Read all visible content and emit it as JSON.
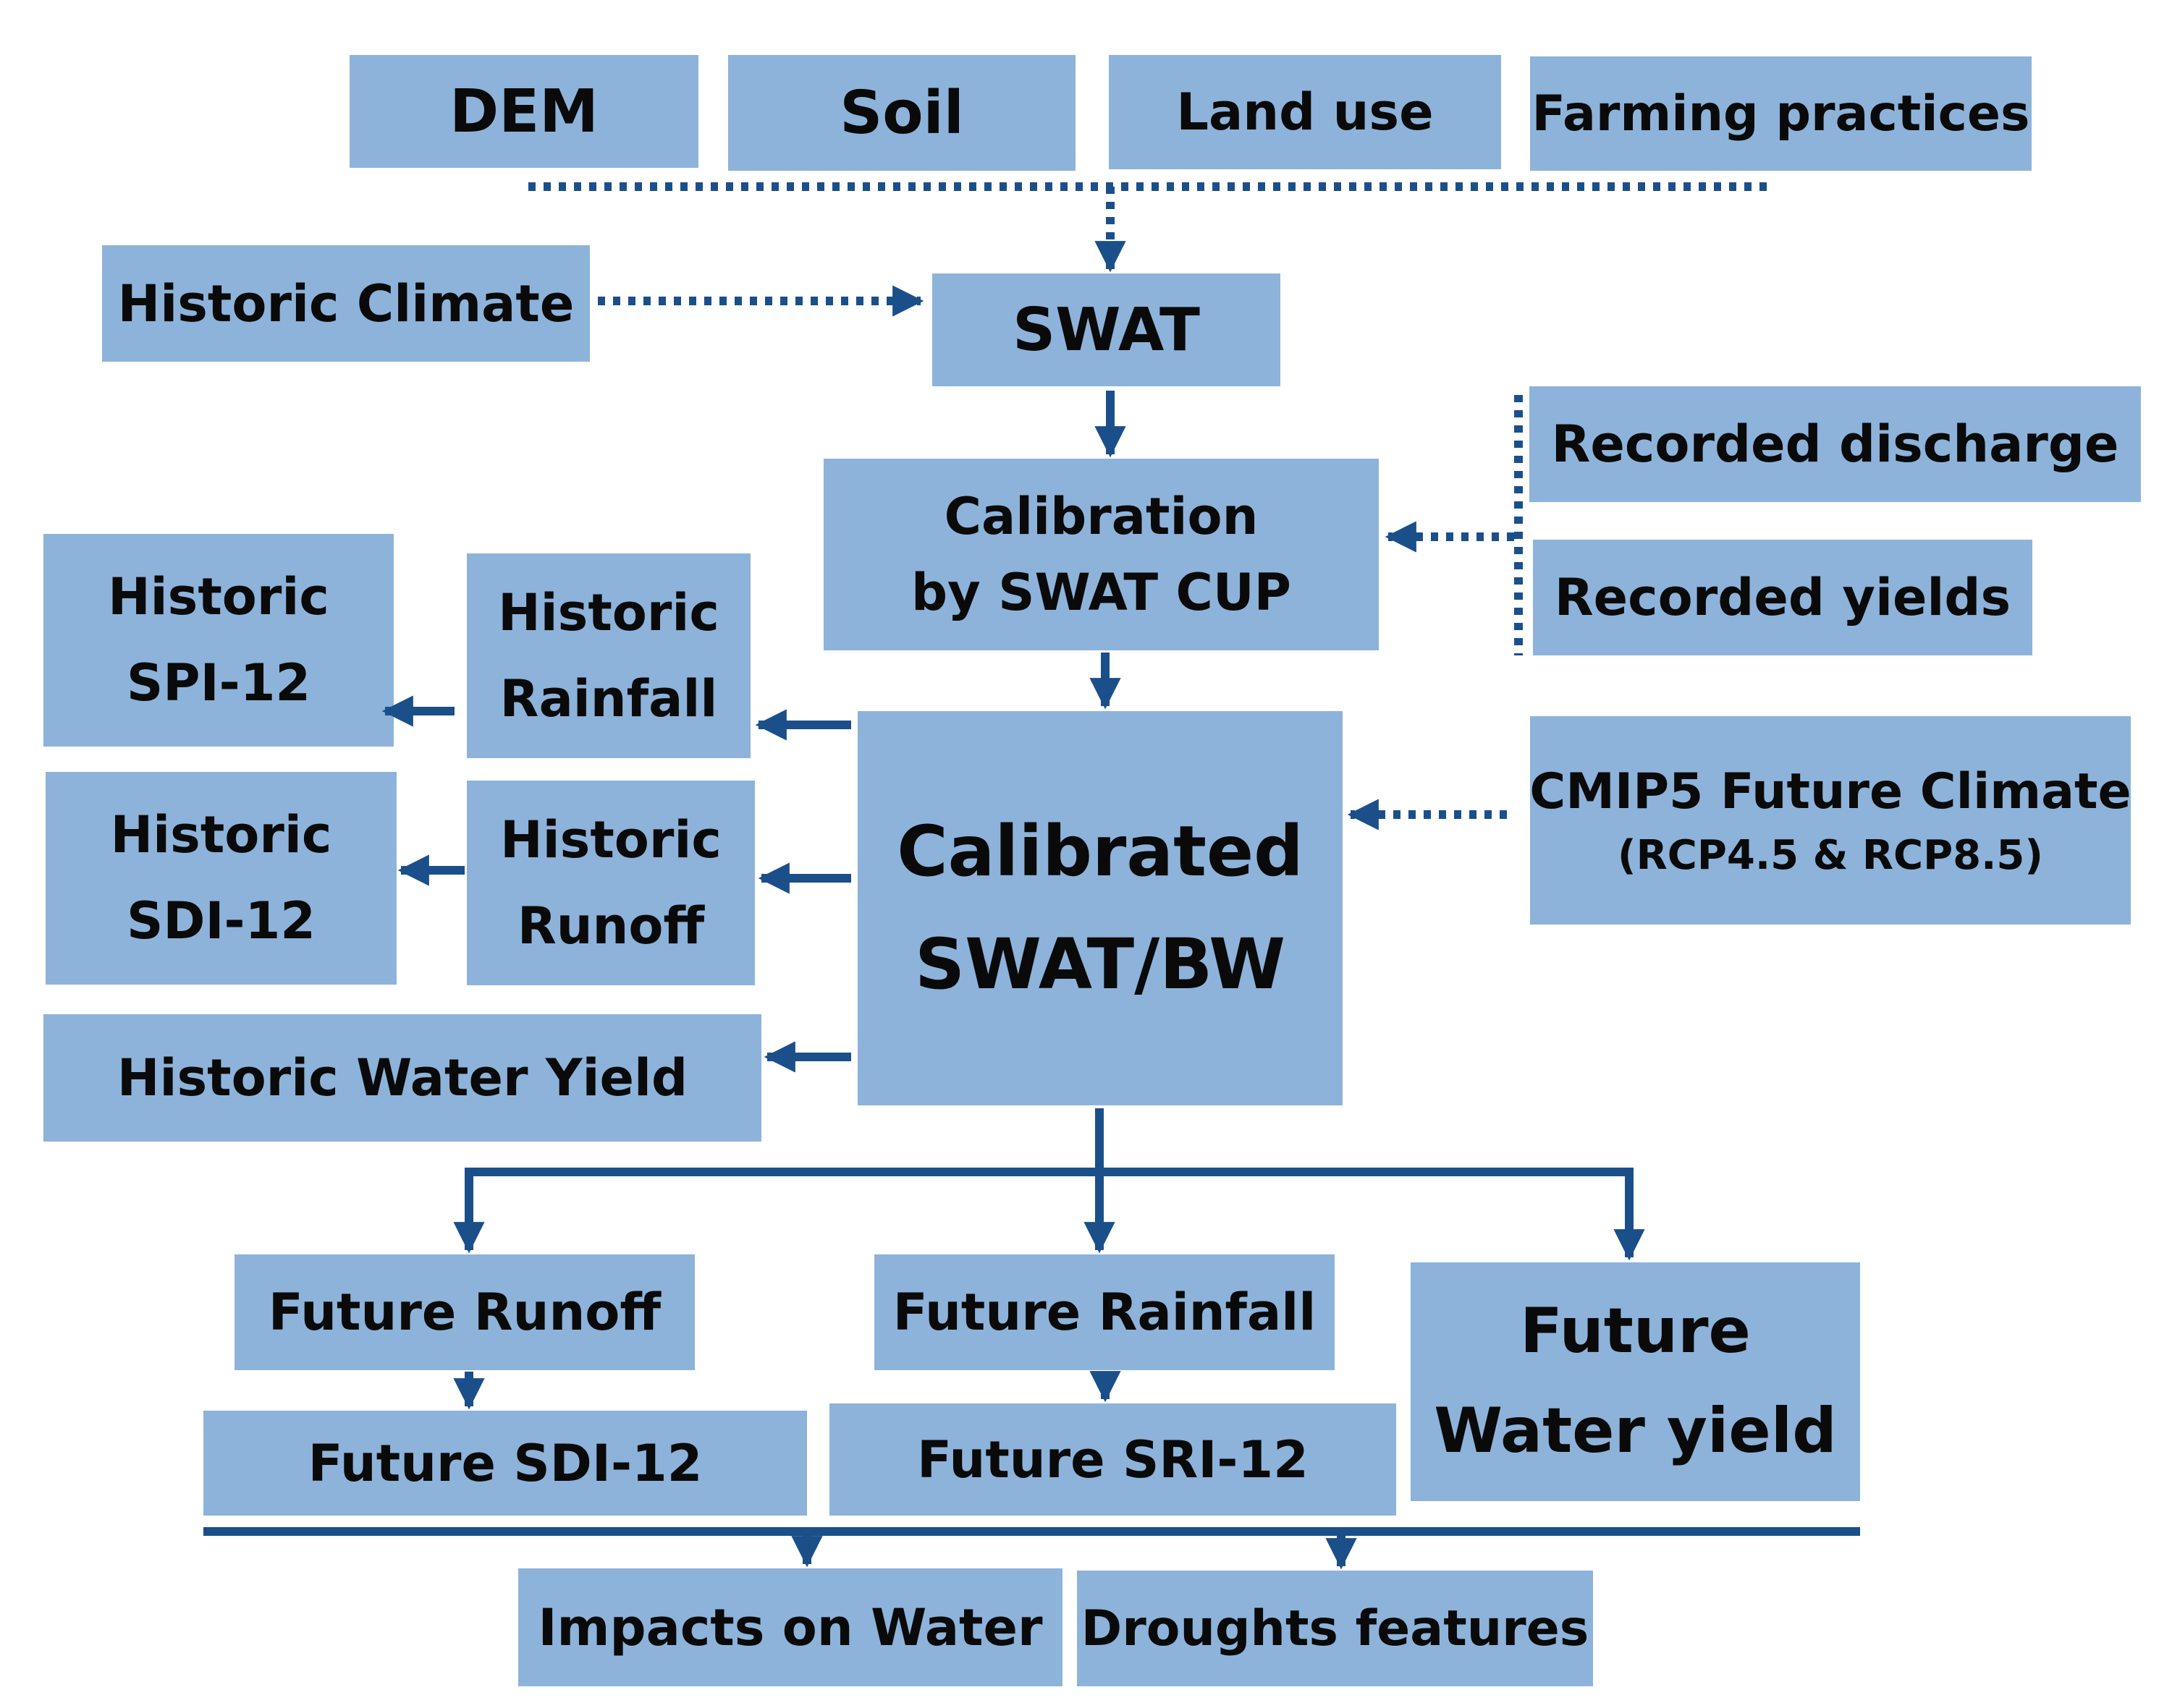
{
  "inputs": {
    "dem": "DEM",
    "soil": "Soil",
    "land_use": "Land use",
    "farming_practices": "Farming practices"
  },
  "historic_climate": "Historic Climate",
  "swat": "SWAT",
  "calibration": {
    "line1": "Calibration",
    "line2": "by SWAT CUP"
  },
  "recorded_discharge": "Recorded discharge",
  "recorded_yields": "Recorded yields",
  "calibrated": {
    "line1": "Calibrated",
    "line2": "SWAT/BW"
  },
  "cmip5": {
    "line1": "CMIP5 Future Climate",
    "line2": "(RCP4.5 & RCP8.5)"
  },
  "historic_rainfall": {
    "line1": "Historic",
    "line2": "Rainfall"
  },
  "historic_runoff": {
    "line1": "Historic",
    "line2": "Runoff"
  },
  "historic_spi": {
    "line1": "Historic",
    "line2": "SPI-12"
  },
  "historic_sdi": {
    "line1": "Historic",
    "line2": "SDI-12"
  },
  "historic_water_yield": "Historic Water Yield",
  "future_runoff": "Future Runoff",
  "future_rainfall": "Future Rainfall",
  "future_water_yield": {
    "line1": "Future",
    "line2": "Water yield"
  },
  "future_sdi": "Future SDI-12",
  "future_sri": "Future SRI-12",
  "impacts_on_water": "Impacts on Water",
  "droughts_features": "Droughts features",
  "colors": {
    "box_fill": "#8db3da",
    "arrow": "#1b4f8a",
    "text": "#0a0a0a"
  }
}
